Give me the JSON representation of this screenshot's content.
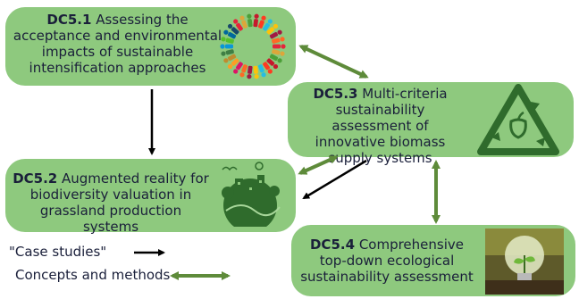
{
  "boxes": {
    "dc51": {
      "code": "DC5.1",
      "title": "Assessing the acceptance and environmental impacts of sustainable intensification approaches"
    },
    "dc52": {
      "code": "DC5.2",
      "title": "Augmented reality for biodiversity valuation in grassland production systems"
    },
    "dc53": {
      "code": "DC5.3",
      "title": "Multi-criteria sustainability assessment of innovative biomass supply systems"
    },
    "dc54": {
      "code": "DC5.4",
      "title": "Comprehensive top-down ecological sustainability assessment"
    }
  },
  "legend": {
    "case_studies": "\"Case studies\"",
    "concepts": "Concepts and methods"
  },
  "colors": {
    "box": "#8ec97e",
    "double_arrow": "#5e8b3a",
    "single_arrow": "#000000",
    "text": "#1a1f3a"
  },
  "icons": {
    "dc51": "people-circle-icon",
    "dc52": "green-city-icon",
    "dc53": "recycle-apple-icon",
    "dc54": "lightbulb-plant-icon"
  }
}
